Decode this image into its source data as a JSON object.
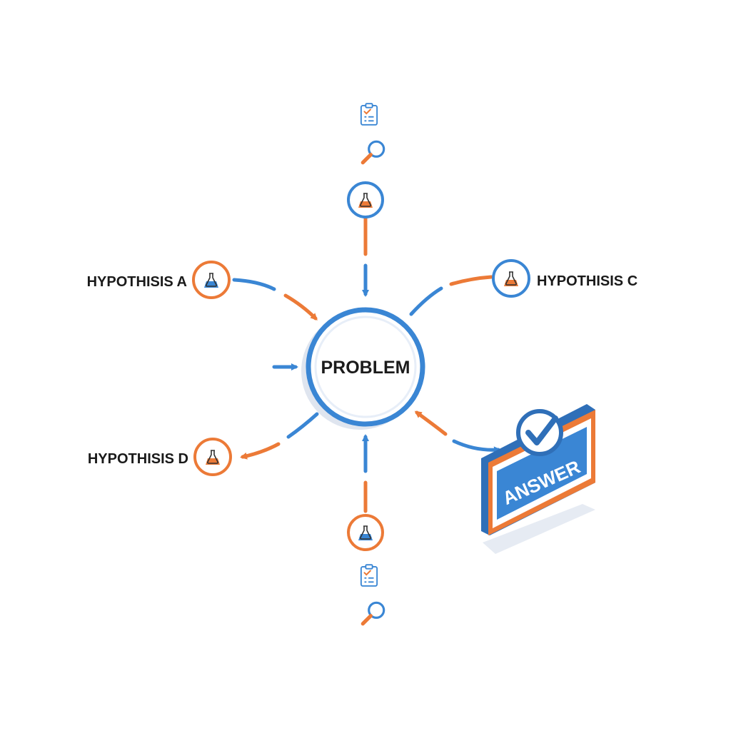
{
  "diagram": {
    "center_label": "PROBLEM",
    "answer_label": "ANSWER",
    "hypotheses": {
      "a": "HYPOTHISIS A",
      "c": "HYPOTHISIS C",
      "d": "HYPOTHISIS D"
    }
  },
  "colors": {
    "blue": "#3a86d4",
    "orange": "#ec7a37",
    "dark_blue": "#2f6fb8",
    "light_blue": "#d9e6f5"
  },
  "icons": [
    "flask-icon",
    "clipboard-icon",
    "magnifier-icon",
    "checkmark-icon"
  ]
}
